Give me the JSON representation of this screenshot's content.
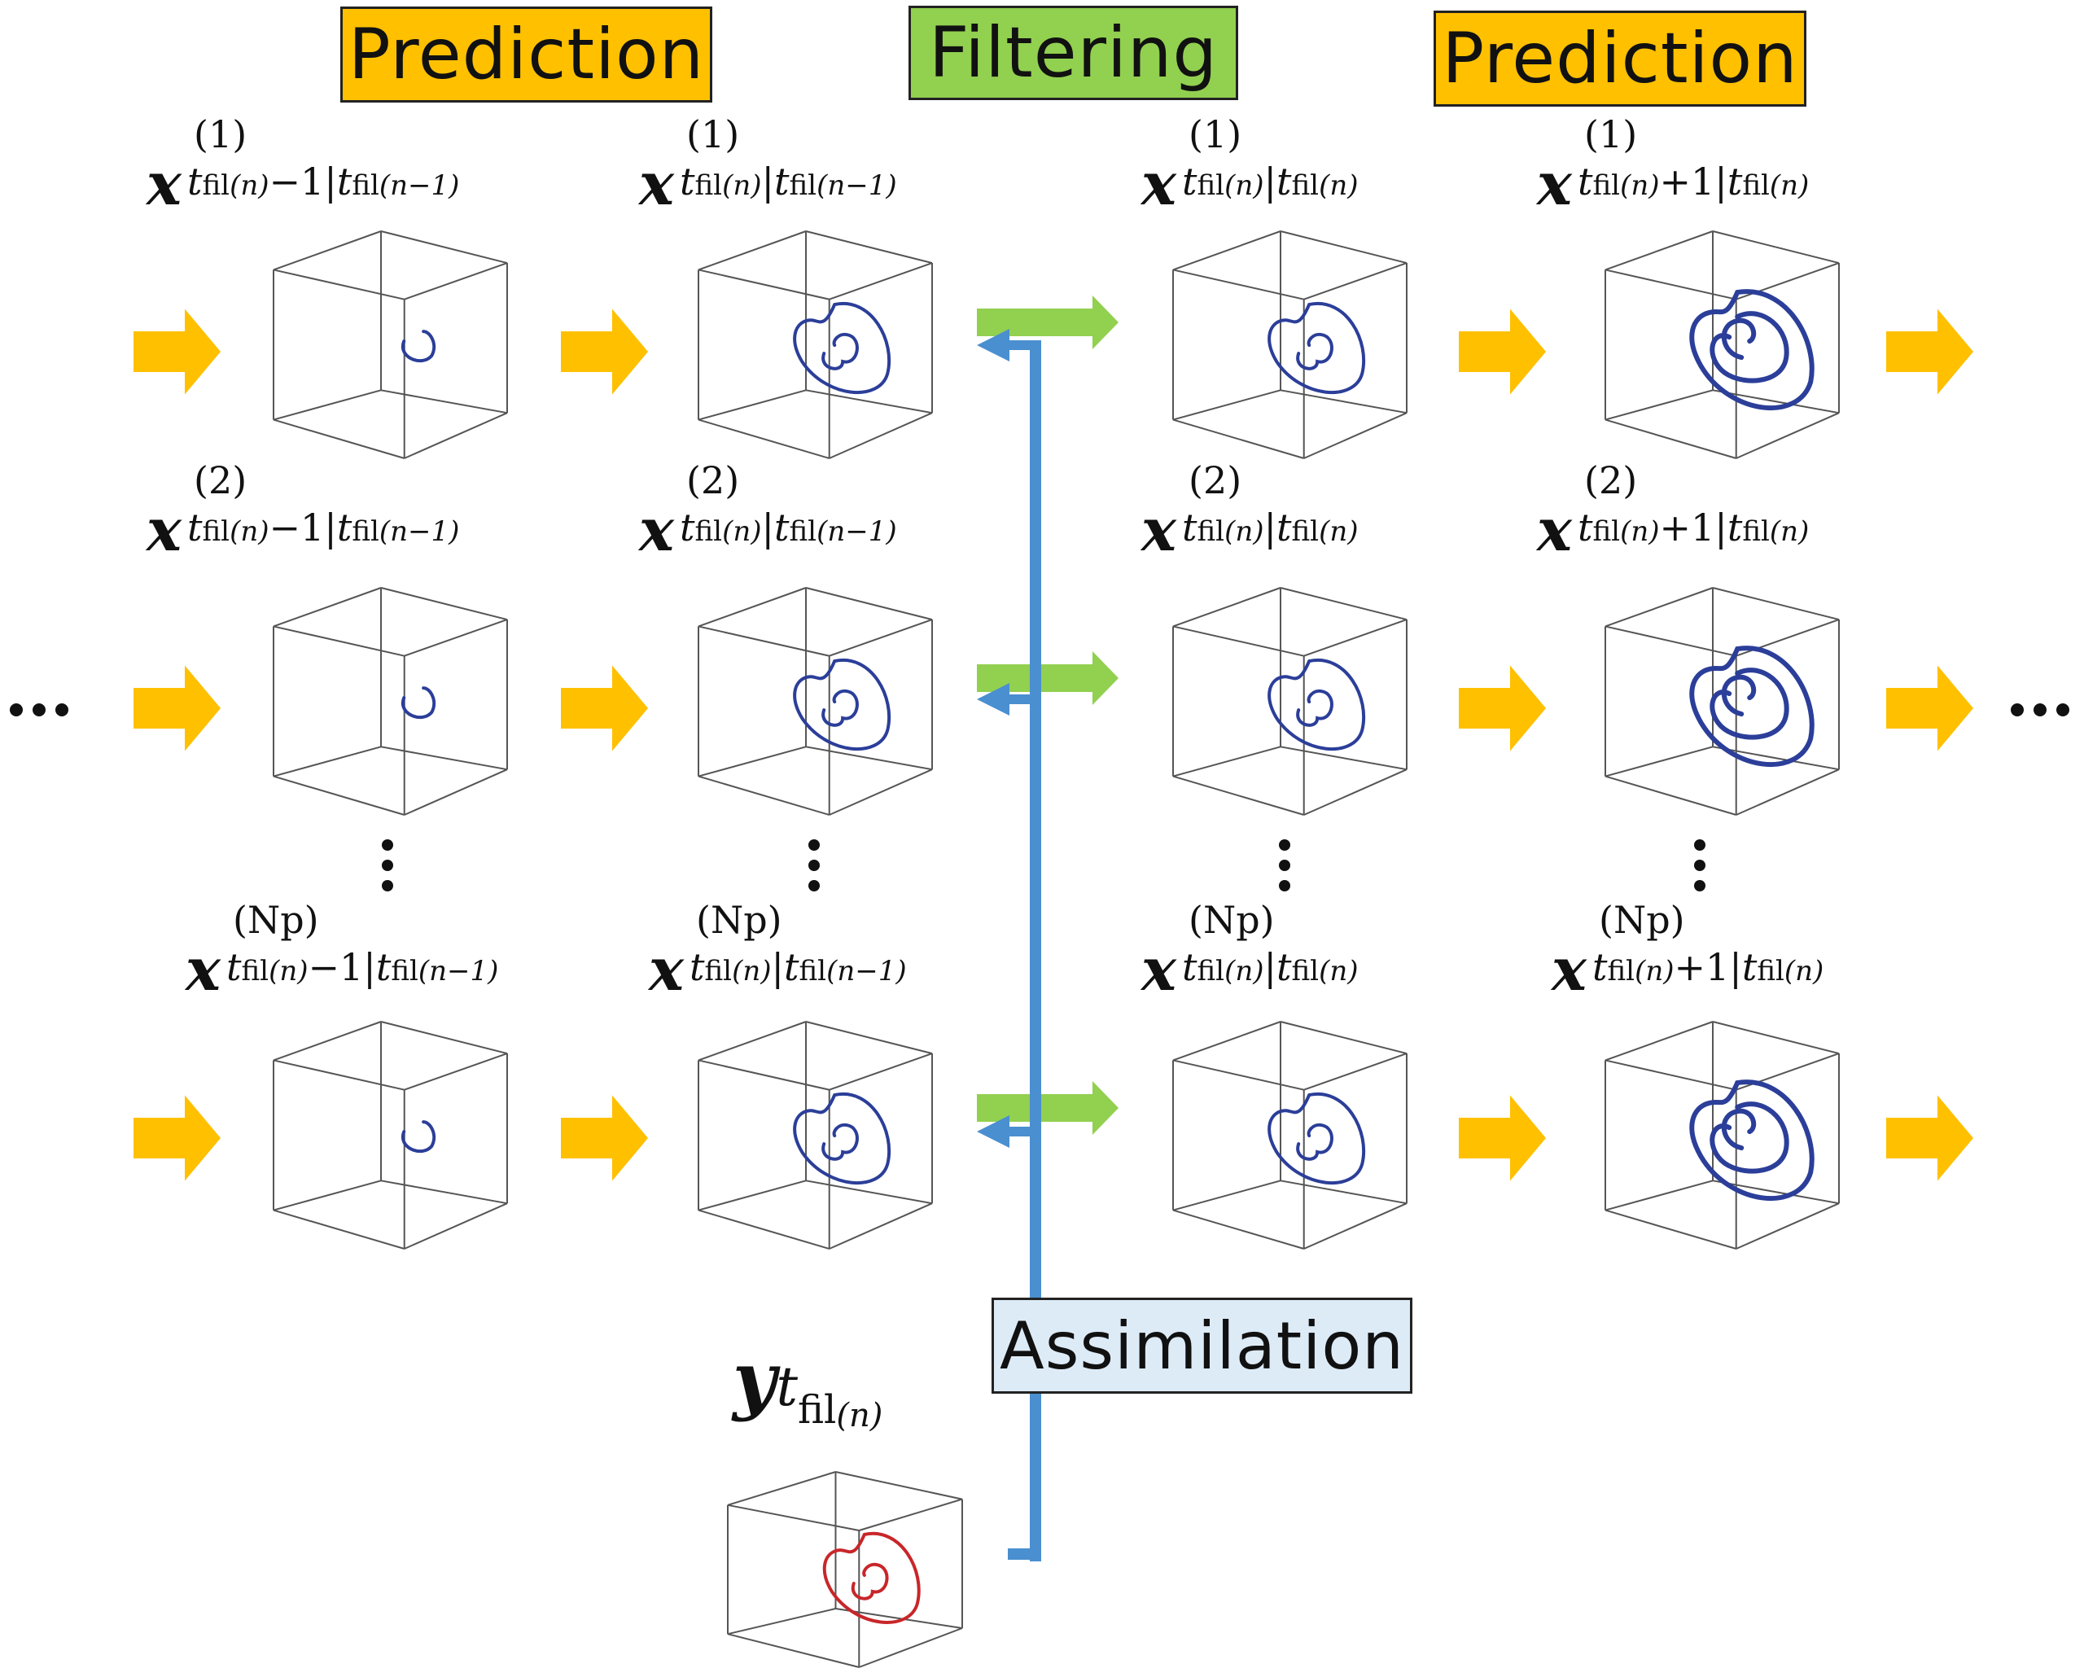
{
  "phases": {
    "prediction_left": "Prediction",
    "filtering": "Filtering",
    "prediction_right": "Prediction",
    "assimilation": "Assimilation"
  },
  "colors": {
    "prediction": "#ffc000",
    "filtering": "#92d050",
    "assimilation_box": "#ddebf7",
    "assimilation_line": "#4a8fd0",
    "particle_curve": "#2b3e99",
    "observation_curve": "#c8262a",
    "cube_edge": "#555555"
  },
  "rows": [
    {
      "particle": "(1)"
    },
    {
      "particle": "(2)"
    },
    {
      "particle": "(N_p)"
    }
  ],
  "columns": [
    {
      "var": "x",
      "sub_time": "t_fil(n) − 1",
      "sub_cond": "t_fil(n−1)",
      "curve_stage": 0
    },
    {
      "var": "x",
      "sub_time": "t_fil(n)",
      "sub_cond": "t_fil(n−1)",
      "curve_stage": 1
    },
    {
      "var": "x",
      "sub_time": "t_fil(n)",
      "sub_cond": "t_fil(n)",
      "curve_stage": 1
    },
    {
      "var": "x",
      "sub_time": "t_fil(n) + 1",
      "sub_cond": "t_fil(n)",
      "curve_stage": 2
    }
  ],
  "labels": {
    "r0c0": {
      "sup": "(1)",
      "t1": "t",
      "f1": "fil",
      "n1": "(n)",
      "op": "−1",
      "t2": "t",
      "f2": "fil",
      "n2": "(n−1)"
    },
    "r0c1": {
      "sup": "(1)",
      "t1": "t",
      "f1": "fil",
      "n1": "(n)",
      "op": "",
      "t2": "t",
      "f2": "fil",
      "n2": "(n−1)"
    },
    "r0c2": {
      "sup": "(1)",
      "t1": "t",
      "f1": "fil",
      "n1": "(n)",
      "op": "",
      "t2": "t",
      "f2": "fil",
      "n2": "(n)"
    },
    "r0c3": {
      "sup": "(1)",
      "t1": "t",
      "f1": "fil",
      "n1": "(n)",
      "op": "+1",
      "t2": "t",
      "f2": "fil",
      "n2": "(n)"
    },
    "r1c0": {
      "sup": "(2)",
      "t1": "t",
      "f1": "fil",
      "n1": "(n)",
      "op": "−1",
      "t2": "t",
      "f2": "fil",
      "n2": "(n−1)"
    },
    "r1c1": {
      "sup": "(2)",
      "t1": "t",
      "f1": "fil",
      "n1": "(n)",
      "op": "",
      "t2": "t",
      "f2": "fil",
      "n2": "(n−1)"
    },
    "r1c2": {
      "sup": "(2)",
      "t1": "t",
      "f1": "fil",
      "n1": "(n)",
      "op": "",
      "t2": "t",
      "f2": "fil",
      "n2": "(n)"
    },
    "r1c3": {
      "sup": "(2)",
      "t1": "t",
      "f1": "fil",
      "n1": "(n)",
      "op": "+1",
      "t2": "t",
      "f2": "fil",
      "n2": "(n)"
    },
    "r2c0": {
      "sup": "(Np)",
      "t1": "t",
      "f1": "fil",
      "n1": "(n)",
      "op": "−1",
      "t2": "t",
      "f2": "fil",
      "n2": "(n−1)"
    },
    "r2c1": {
      "sup": "(Np)",
      "t1": "t",
      "f1": "fil",
      "n1": "(n)",
      "op": "",
      "t2": "t",
      "f2": "fil",
      "n2": "(n−1)"
    },
    "r2c2": {
      "sup": "(Np)",
      "t1": "t",
      "f1": "fil",
      "n1": "(n)",
      "op": "",
      "t2": "t",
      "f2": "fil",
      "n2": "(n)"
    },
    "r2c3": {
      "sup": "(Np)",
      "t1": "t",
      "f1": "fil",
      "n1": "(n)",
      "op": "+1",
      "t2": "t",
      "f2": "fil",
      "n2": "(n)"
    },
    "obs": {
      "var": "y",
      "t1": "t",
      "f1": "fil",
      "n1": "(n)"
    }
  },
  "ellipsis": "•••",
  "vertical_ellipsis": "⋮"
}
